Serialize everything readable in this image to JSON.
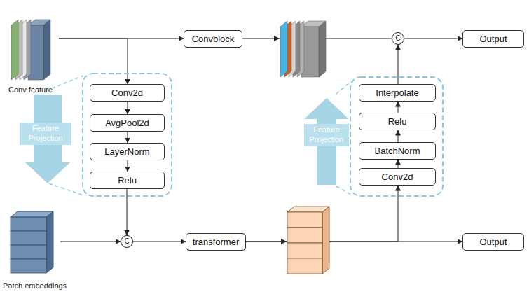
{
  "diagram": {
    "nodes": [
      {
        "text": [
          "Conv feature"
        ]
      },
      {
        "text": [
          "Convblock"
        ]
      },
      {
        "text": [
          "C"
        ]
      },
      {
        "text": [
          "Output"
        ]
      },
      {
        "text": [
          "Feature Projection"
        ]
      },
      {
        "text": [
          "Conv2d"
        ]
      },
      {
        "text": [
          "AvgPool2d"
        ]
      },
      {
        "text": [
          "LayerNorm"
        ]
      },
      {
        "text": [
          "Relu"
        ]
      },
      {
        "text": [
          "Feature Projection"
        ]
      },
      {
        "text": [
          "Interpolate"
        ]
      },
      {
        "text": [
          "Relu"
        ]
      },
      {
        "text": [
          "BatchNorm"
        ]
      },
      {
        "text": [
          "Conv2d"
        ]
      },
      {
        "text": [
          "Patch embeddings"
        ]
      },
      {
        "text": [
          "C"
        ]
      },
      {
        "text": [
          "transformer"
        ]
      },
      {
        "text": [
          "Output"
        ]
      }
    ],
    "edges": [
      {
        "from": 0,
        "to": 1,
        "arrow": "to"
      },
      {
        "from": 0,
        "to": 5,
        "arrow": "to"
      },
      {
        "from": 5,
        "to": 6,
        "arrow": "to"
      },
      {
        "from": 6,
        "to": 7,
        "arrow": "to"
      },
      {
        "from": 7,
        "to": 8,
        "arrow": "to"
      },
      {
        "from": 8,
        "to": 15,
        "arrow": "to"
      },
      {
        "from": 14,
        "to": 15,
        "arrow": "to"
      },
      {
        "from": 15,
        "to": 16,
        "arrow": "to"
      },
      {
        "from": 16,
        "to": 17,
        "arrow": "to"
      },
      {
        "from": 16,
        "to": 13,
        "arrow": "to"
      },
      {
        "from": 13,
        "to": 12,
        "arrow": "to"
      },
      {
        "from": 12,
        "to": 11,
        "arrow": "to"
      },
      {
        "from": 11,
        "to": 10,
        "arrow": "to"
      },
      {
        "from": 10,
        "to": 2,
        "arrow": "to"
      },
      {
        "from": 1,
        "to": 2,
        "arrow": "none"
      },
      {
        "from": 2,
        "to": 3,
        "arrow": "to"
      }
    ]
  }
}
